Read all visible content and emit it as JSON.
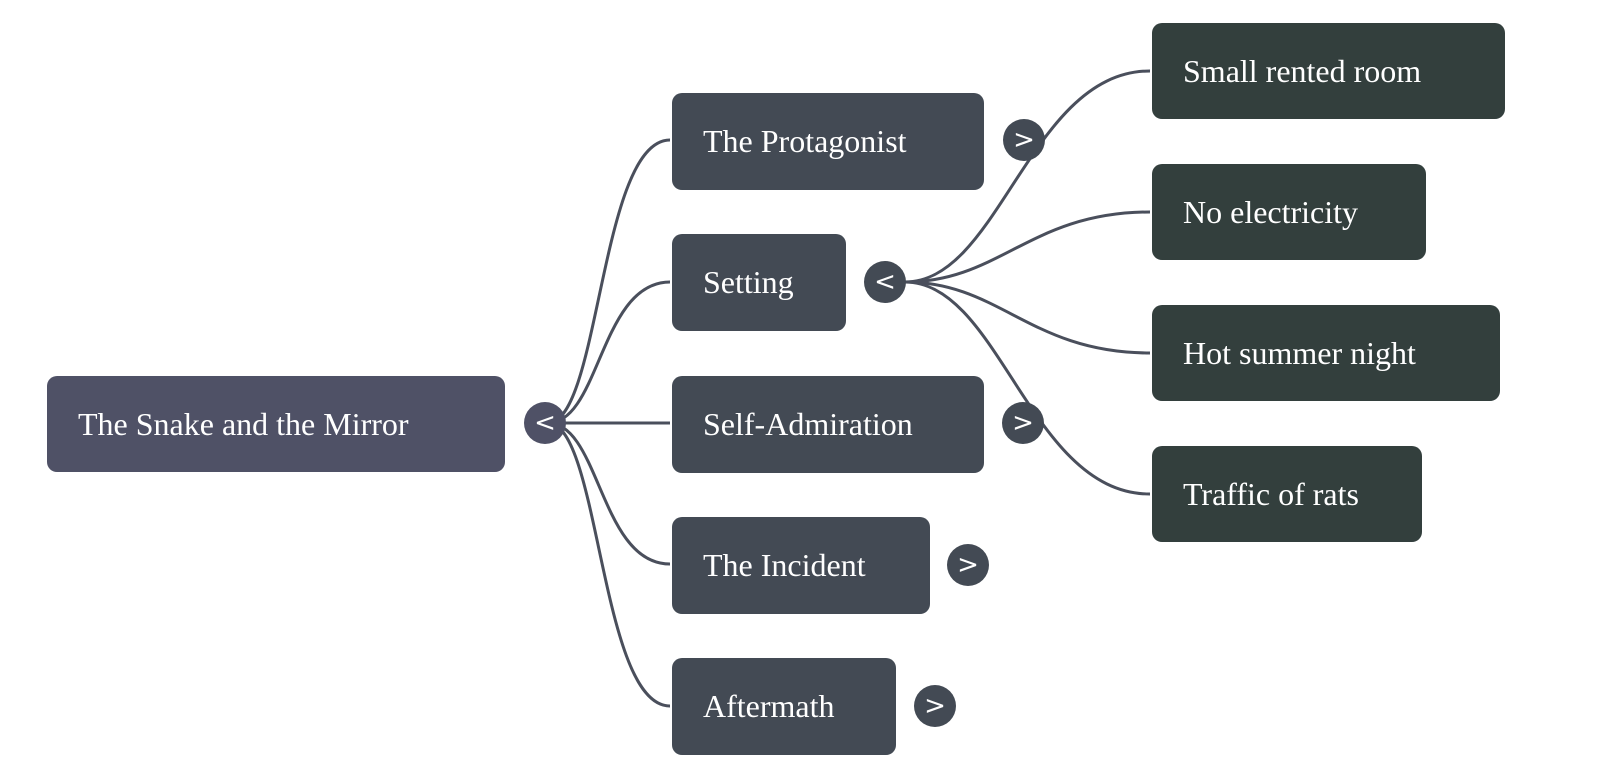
{
  "root": {
    "label": "The Snake and the Mirror",
    "toggle": "<"
  },
  "children": [
    {
      "label": "The Protagonist",
      "toggle": ">"
    },
    {
      "label": "Setting",
      "toggle": "<"
    },
    {
      "label": "Self-Admiration",
      "toggle": ">"
    },
    {
      "label": "The Incident",
      "toggle": ">"
    },
    {
      "label": "Aftermath",
      "toggle": ">"
    }
  ],
  "setting_children": [
    {
      "label": "Small rented room"
    },
    {
      "label": "No electricity"
    },
    {
      "label": "Hot summer night"
    },
    {
      "label": "Traffic of rats"
    }
  ],
  "colors": {
    "root": "#4f5166",
    "level1": "#434a54",
    "level2": "#333f3d",
    "link": "#4a4f5c"
  }
}
